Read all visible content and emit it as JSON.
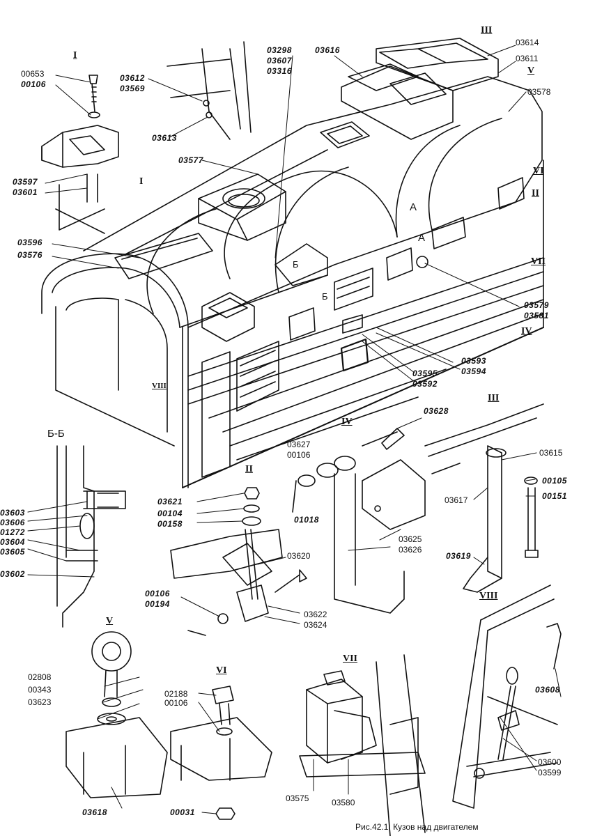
{
  "caption": "Рис.42.1. Кузов над двигателем",
  "section_label": "Б-Б",
  "view_marks": {
    "a_upper": "А",
    "a_lower": "А",
    "b_mark": "Б",
    "b_mark2": "Б"
  },
  "roman": {
    "I_top": "I",
    "I_main": "I",
    "II_detail": "II",
    "II_right": "II",
    "III_top": "III",
    "III_detail": "III",
    "IV_detail": "IV",
    "IV_main": "IV",
    "V_top": "V",
    "V_detail": "V",
    "VI_right": "VI",
    "VI_detail": "VI",
    "VII_right": "VII",
    "VII_detail": "VII",
    "VIII_main": "VIII",
    "VIII_detail": "VIII"
  },
  "labels": {
    "p00653": "00653",
    "p00106a": "00106",
    "p03597": "03597",
    "p03601": "03601",
    "p03612": "03612",
    "p03569": "03569",
    "p03613": "03613",
    "p03298": "03298",
    "p03607": "03607",
    "p03316": "03316",
    "p03616": "03616",
    "p03614": "03614",
    "p03611": "03611",
    "p03578": "03578",
    "p03577": "03577",
    "p03596": "03596",
    "p03576": "03576",
    "p03579": "03579",
    "p03581": "03581",
    "p03593": "03593",
    "p03594": "03594",
    "p03595": "03595",
    "p03592": "03592",
    "p03628": "03628",
    "p03627": "03627",
    "p00106b": "00106",
    "p01018": "01018",
    "p03625": "03625",
    "p03626": "03626",
    "p03615": "03615",
    "p03617": "03617",
    "p00105": "00105",
    "p00151": "00151",
    "p03619": "03619",
    "p03603": "03603",
    "p03606": "03606",
    "p01272": "01272",
    "p03604": "03604",
    "p03605": "03605",
    "p03602": "03602",
    "p03621": "03621",
    "p00104": "00104",
    "p00158": "00158",
    "p03620": "03620",
    "p00106c": "00106",
    "p00194": "00194",
    "p03622": "03622",
    "p03624": "03624",
    "p02808": "02808",
    "p00343": "00343",
    "p03623": "03623",
    "p03618": "03618",
    "p02188": "02188",
    "p00106d": "00106",
    "p00031": "00031",
    "p03575": "03575",
    "p03580": "03580",
    "p03608": "03608",
    "p03600": "03600",
    "p03599": "03599"
  }
}
